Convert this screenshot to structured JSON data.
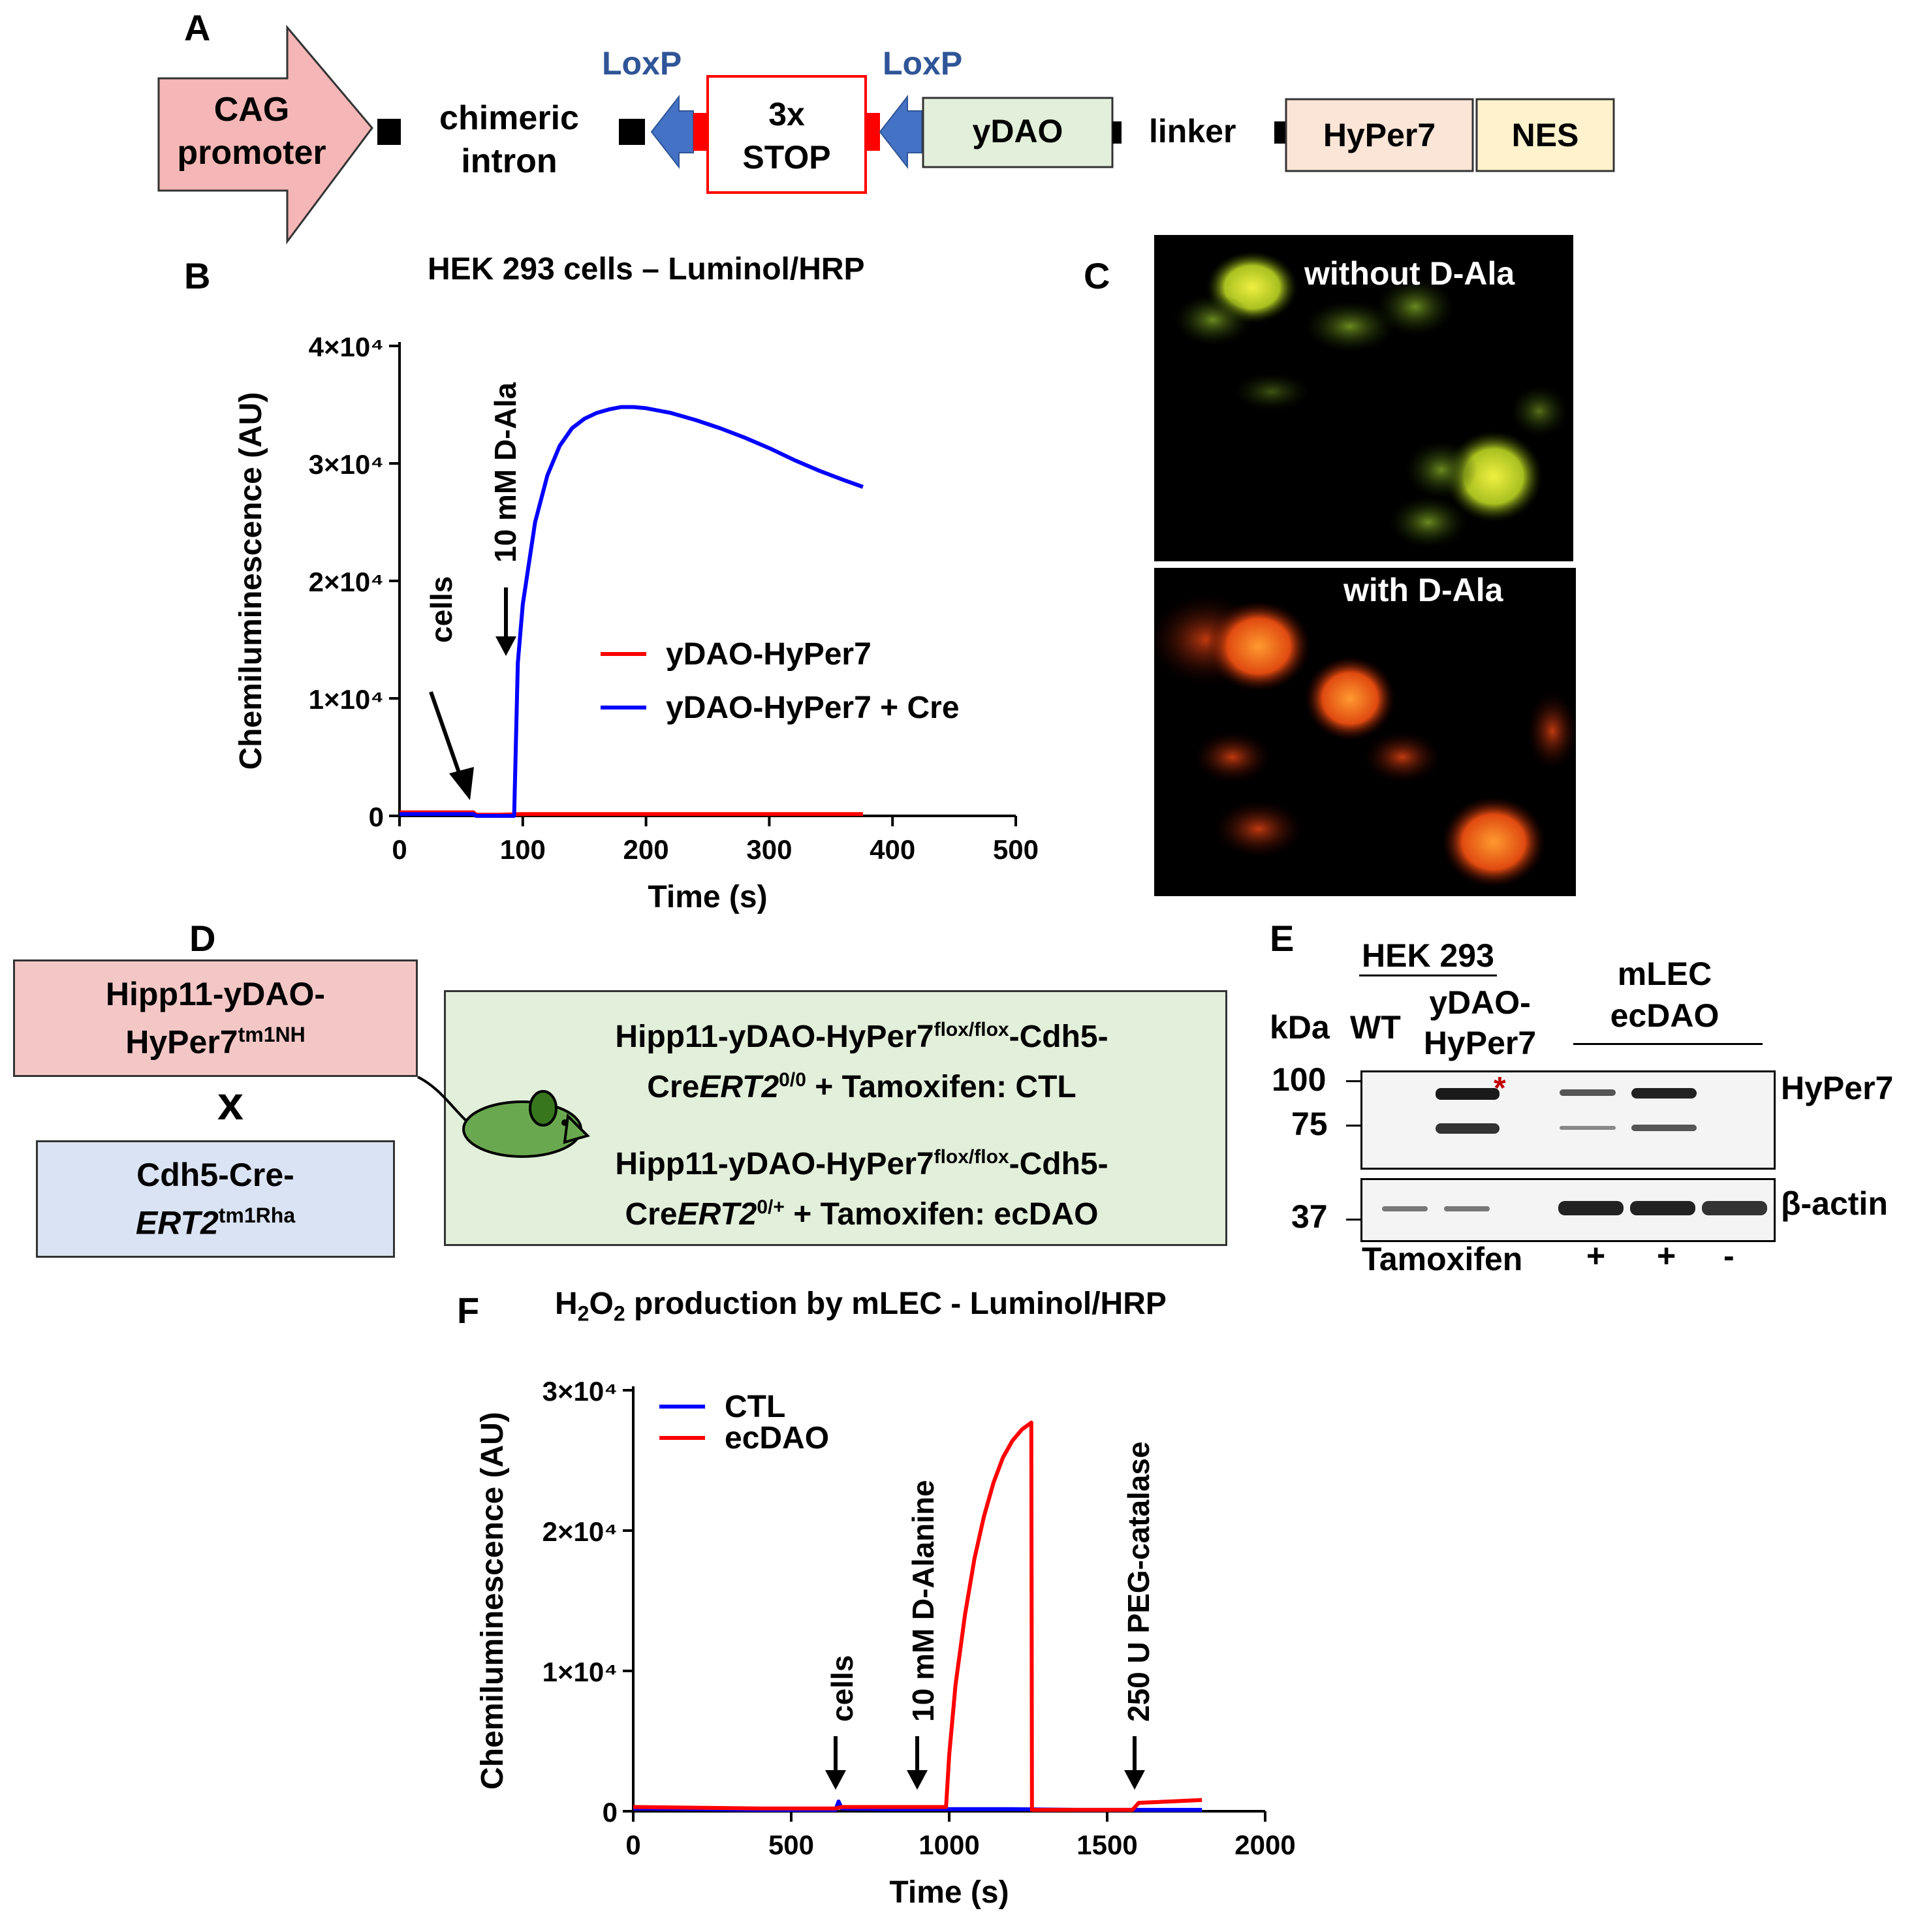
{
  "panel_labels": {
    "A": "A",
    "B": "B",
    "C": "C",
    "D": "D",
    "E": "E",
    "F": "F"
  },
  "construct": {
    "promoter": [
      "CAG",
      "promoter"
    ],
    "intron": [
      "chimeric",
      "intron"
    ],
    "loxp": "LoxP",
    "stop": [
      "3x",
      "STOP"
    ],
    "ydao": "yDAO",
    "linker": "linker",
    "hyper7": "HyPer7",
    "nes": "NES"
  },
  "colors": {
    "promoter": "#f4b6b6",
    "ydao": "#e2efda",
    "hyper7": "#fbe5d6",
    "nes": "#fff2cc",
    "loxp_arrow": "#4472c4",
    "loxp_text": "#2f5597",
    "red": "#ff0000",
    "blue_series": "#0000ff",
    "red_series": "#ff0000",
    "mouse_strain1": "#f4c7c7",
    "mouse_strain2": "#dae3f3",
    "cross_result": "#e2efda"
  },
  "chart_b": {
    "title": "HEK 293 cells – Luminol/HRP",
    "ylabel": "Chemiluminescence (AU)",
    "xlabel": "Time (s)",
    "yticks": [
      "0",
      "1×10⁴",
      "2×10⁴",
      "3×10⁴",
      "4×10⁴"
    ],
    "xticks": [
      "0",
      "100",
      "200",
      "300",
      "400",
      "500"
    ],
    "annotations": {
      "cells": "cells",
      "dala": "10 mM D-Ala"
    },
    "legend": [
      "yDAO-HyPer7",
      "yDAO-HyPer7 + Cre"
    ]
  },
  "panel_c": {
    "top": "without D-Ala",
    "bottom": "with D-Ala"
  },
  "panel_d": {
    "strain1": {
      "line1": "Hipp11-yDAO-",
      "line2": "HyPer7",
      "sup": "tm1NH"
    },
    "cross": "x",
    "strain2": {
      "line1": "Cdh5-Cre-",
      "line2": "ERT2",
      "sup": "tm1Rha"
    },
    "genotype_ctl": {
      "a": "Hipp11-yDAO-HyPer7",
      "sup1": "flox/flox",
      "b": "-Cdh5-",
      "c": "Cre",
      "d": "ERT2",
      "sup2": "0/0",
      "e": " + Tamoxifen: CTL"
    },
    "genotype_ecdao": {
      "a": "Hipp11-yDAO-HyPer7",
      "sup1": "flox/flox",
      "b": "-Cdh5-",
      "c": "Cre",
      "d": "ERT2",
      "sup2": "0/+",
      "e": " + Tamoxifen: ecDAO"
    }
  },
  "panel_e": {
    "hek": "HEK 293",
    "mlec": [
      "mLEC",
      "ecDAO"
    ],
    "kda": "kDa",
    "wt": "WT",
    "ydao": [
      "yDAO-",
      "HyPer7"
    ],
    "markers": [
      "100",
      "75",
      "37"
    ],
    "band_hyper7": "HyPer7",
    "band_actin": "β-actin",
    "tamoxifen": "Tamoxifen",
    "tam_signs": [
      "+",
      "+",
      "-"
    ],
    "asterisk": "*"
  },
  "chart_f": {
    "title_pre": "H",
    "title_sub1": "2",
    "title_mid": "O",
    "title_sub2": "2",
    "title_post": " production by mLEC - Luminol/HRP",
    "ylabel": "Chemiluminescence (AU)",
    "xlabel": "Time (s)",
    "yticks": [
      "0",
      "1×10⁴",
      "2×10⁴",
      "3×10⁴"
    ],
    "xticks": [
      "0",
      "500",
      "1000",
      "1500",
      "2000"
    ],
    "annotations": {
      "cells": "cells",
      "dala": "10 mM D-Alanine",
      "catalase": "250 U PEG-catalase"
    },
    "legend": [
      "CTL",
      "ecDAO"
    ]
  },
  "chart_data": [
    {
      "type": "line",
      "title": "HEK 293 cells – Luminol/HRP",
      "xlabel": "Time (s)",
      "ylabel": "Chemiluminescence (AU)",
      "xlim": [
        0,
        500
      ],
      "ylim": [
        0,
        40000
      ],
      "series": [
        {
          "name": "yDAO-HyPer7",
          "color": "#ff0000",
          "x": [
            0,
            20,
            40,
            60,
            62,
            80,
            100,
            150,
            200,
            250,
            300,
            350,
            376
          ],
          "y": [
            300,
            300,
            300,
            300,
            100,
            100,
            150,
            150,
            150,
            150,
            150,
            150,
            150
          ]
        },
        {
          "name": "yDAO-HyPer7 + Cre",
          "color": "#0000ff",
          "x": [
            0,
            60,
            62,
            80,
            93,
            96,
            100,
            110,
            120,
            130,
            140,
            150,
            160,
            170,
            180,
            190,
            200,
            220,
            240,
            260,
            280,
            300,
            320,
            340,
            360,
            376
          ],
          "y": [
            150,
            150,
            0,
            0,
            0,
            13000,
            18000,
            25000,
            29000,
            31500,
            33000,
            33800,
            34300,
            34600,
            34800,
            34800,
            34700,
            34300,
            33700,
            33000,
            32200,
            31300,
            30300,
            29400,
            28600,
            28000
          ]
        }
      ]
    },
    {
      "type": "line",
      "title": "H2O2 production by mLEC - Luminol/HRP",
      "xlabel": "Time (s)",
      "ylabel": "Chemiluminescence (AU)",
      "xlim": [
        0,
        2000
      ],
      "ylim": [
        0,
        30000
      ],
      "series": [
        {
          "name": "CTL",
          "color": "#0000ff",
          "x": [
            0,
            200,
            400,
            640,
            650,
            660,
            800,
            1000,
            1200,
            1400,
            1600,
            1800
          ],
          "y": [
            200,
            150,
            100,
            100,
            700,
            200,
            150,
            150,
            150,
            100,
            100,
            100
          ]
        },
        {
          "name": "ecDAO",
          "color": "#ff0000",
          "x": [
            0,
            400,
            640,
            660,
            800,
            990,
            1000,
            1020,
            1050,
            1080,
            1110,
            1140,
            1170,
            1200,
            1230,
            1260,
            1262,
            1400,
            1580,
            1600,
            1700,
            1800
          ],
          "y": [
            300,
            200,
            200,
            300,
            300,
            300,
            4000,
            9000,
            14000,
            18000,
            21000,
            23400,
            25200,
            26400,
            27200,
            27700,
            100,
            100,
            100,
            600,
            700,
            800
          ]
        }
      ]
    }
  ]
}
